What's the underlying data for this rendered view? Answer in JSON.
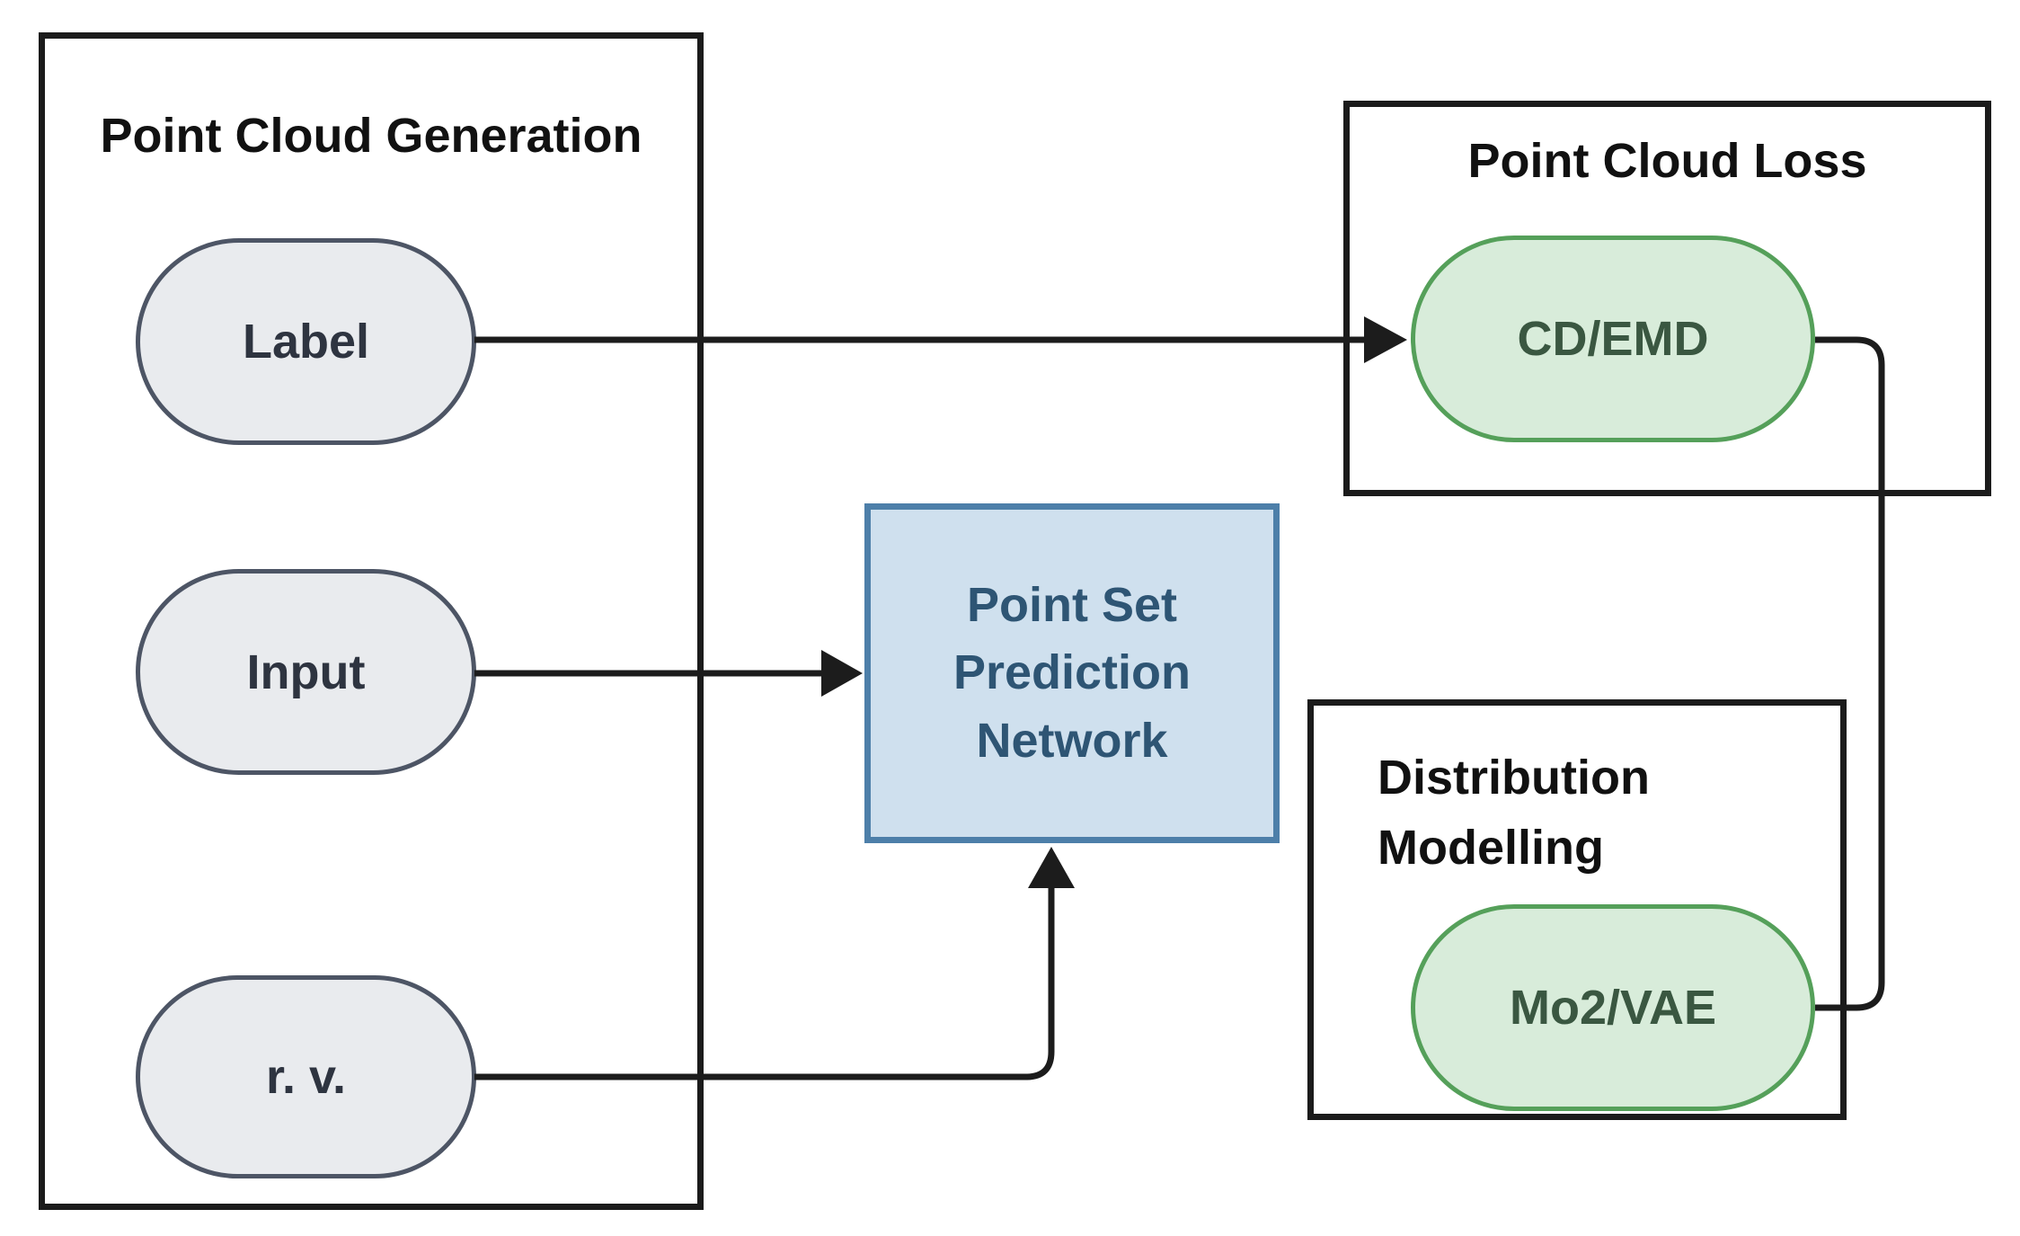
{
  "diagram": {
    "type": "flowchart",
    "background": "#ffffff",
    "groups": {
      "generation": {
        "title": "Point Cloud Generation",
        "nodes": [
          {
            "id": "label",
            "label": "Label"
          },
          {
            "id": "input",
            "label": "Input"
          },
          {
            "id": "rv",
            "label": "r. v."
          }
        ]
      },
      "network": {
        "label": "Point Set Prediction Network",
        "lines": [
          "Point Set",
          "Prediction",
          "Network"
        ]
      },
      "loss": {
        "title": "Point Cloud Loss",
        "nodes": [
          {
            "id": "cdemd",
            "label": "CD/EMD"
          }
        ]
      },
      "distribution": {
        "title": "Distribution Modelling",
        "title_lines": [
          "Distribution",
          "Modelling"
        ],
        "nodes": [
          {
            "id": "mo2vae",
            "label": "Mo2/VAE"
          }
        ]
      }
    },
    "edges": [
      {
        "from": "Label",
        "to": "CD/EMD",
        "arrow": true
      },
      {
        "from": "Input",
        "to": "Point Set Prediction Network",
        "arrow": true
      },
      {
        "from": "r. v.",
        "to": "Point Set Prediction Network",
        "arrow": true
      },
      {
        "from": "CD/EMD",
        "to": "Mo2/VAE",
        "arrow": false
      }
    ],
    "colors": {
      "box_border": "#1b1b1b",
      "connector": "#1c1c1c",
      "grey_node_fill": "#e9ebee",
      "grey_node_border": "#4d5565",
      "grey_node_text": "#2e3440",
      "blue_box_fill": "#cfe0ee",
      "blue_box_border": "#4d7fa9",
      "blue_box_text": "#2e5574",
      "green_node_fill": "#d8ecda",
      "green_node_border": "#55a05a",
      "green_node_text": "#3a5741"
    }
  }
}
